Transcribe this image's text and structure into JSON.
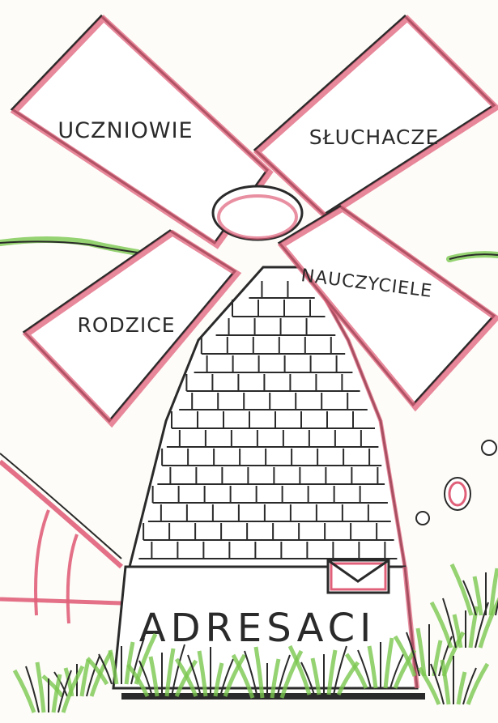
{
  "blades": {
    "top_left": "UCZNIOWIE",
    "top_right": "SŁUCHACZE",
    "bottom_left": "RODZICE",
    "bottom_right": "NAUCZYCIELE"
  },
  "base_label": "ADRESACI",
  "colors": {
    "outline": "#2a2a2a",
    "pink": "#e0607a",
    "green": "#7ac74f",
    "paper": "#fdfcf8"
  },
  "icons": {
    "envelope": "envelope-icon"
  }
}
